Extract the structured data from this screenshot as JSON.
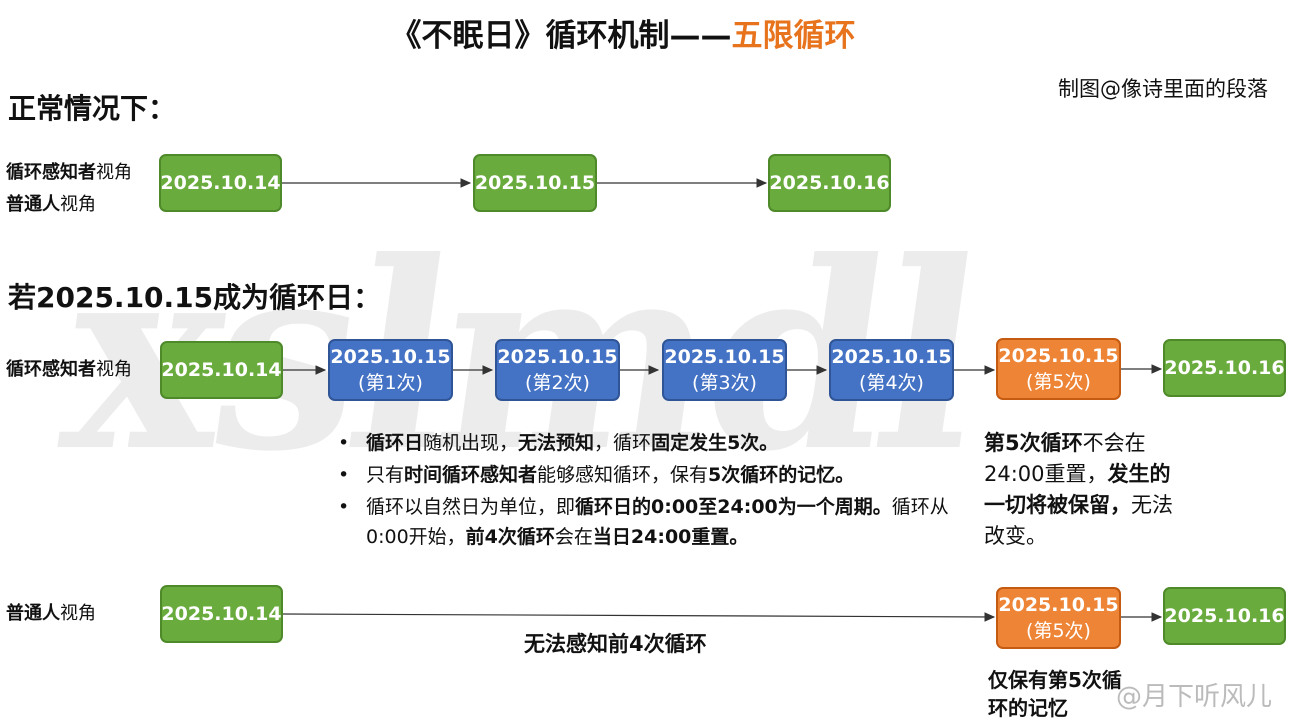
{
  "title": {
    "part1": "《不眠日》循环机制——",
    "part2": "五限循环",
    "accent": "#e8731d"
  },
  "credit": "制图@像诗里面的段落",
  "watermark": "xslmdl",
  "weibo": "@月下听风儿",
  "normal": {
    "heading": "正常情况下：",
    "label1_bold": "循环感知者",
    "label1_rest": "视角",
    "label2_bold": "普通人",
    "label2_rest": "视角",
    "dates": [
      "2025.10.14",
      "2025.10.15",
      "2025.10.16"
    ]
  },
  "loop": {
    "heading": "若2025.10.15成为循环日：",
    "label_bold": "循环感知者",
    "label_rest": "视角",
    "start": "2025.10.14",
    "cycles": [
      {
        "date": "2025.10.15",
        "sub": "(第1次)"
      },
      {
        "date": "2025.10.15",
        "sub": "(第2次)"
      },
      {
        "date": "2025.10.15",
        "sub": "(第3次)"
      },
      {
        "date": "2025.10.15",
        "sub": "(第4次)"
      },
      {
        "date": "2025.10.15",
        "sub": "(第5次)"
      }
    ],
    "end": "2025.10.16"
  },
  "bullets": {
    "b1": {
      "a": "循环日",
      "b": "随机出现，",
      "c": "无法预知",
      "d": "，循环",
      "e": "固定发生5次。"
    },
    "b2": {
      "a": "只有",
      "b": "时间循环感知者",
      "c": "能够感知循环，保有",
      "d": "5次循环的记忆。"
    },
    "b3": {
      "a": "循环以自然日为单位，即",
      "b": "循环日的0:00至24:00为一个周期。",
      "c": "循环从0:00开始，",
      "d": "前4次循环",
      "e": "会在",
      "f": "当日24:00重置。"
    }
  },
  "fifth_note": {
    "a": "第5次循环",
    "b": "不会在24:00重置，",
    "c": "发生的一切将被保留，",
    "d": "无法改变。"
  },
  "ordinary": {
    "label_bold": "普通人",
    "label_rest": "视角",
    "start": "2025.10.14",
    "mid_text": "无法感知前4次循环",
    "fifth": {
      "date": "2025.10.15",
      "sub": "(第5次)"
    },
    "end": "2025.10.16",
    "bottom_note": "仅保有第5次循环的记忆"
  },
  "colors": {
    "green": "#6aab3e",
    "blue": "#4472c4",
    "orange": "#ee8435"
  }
}
